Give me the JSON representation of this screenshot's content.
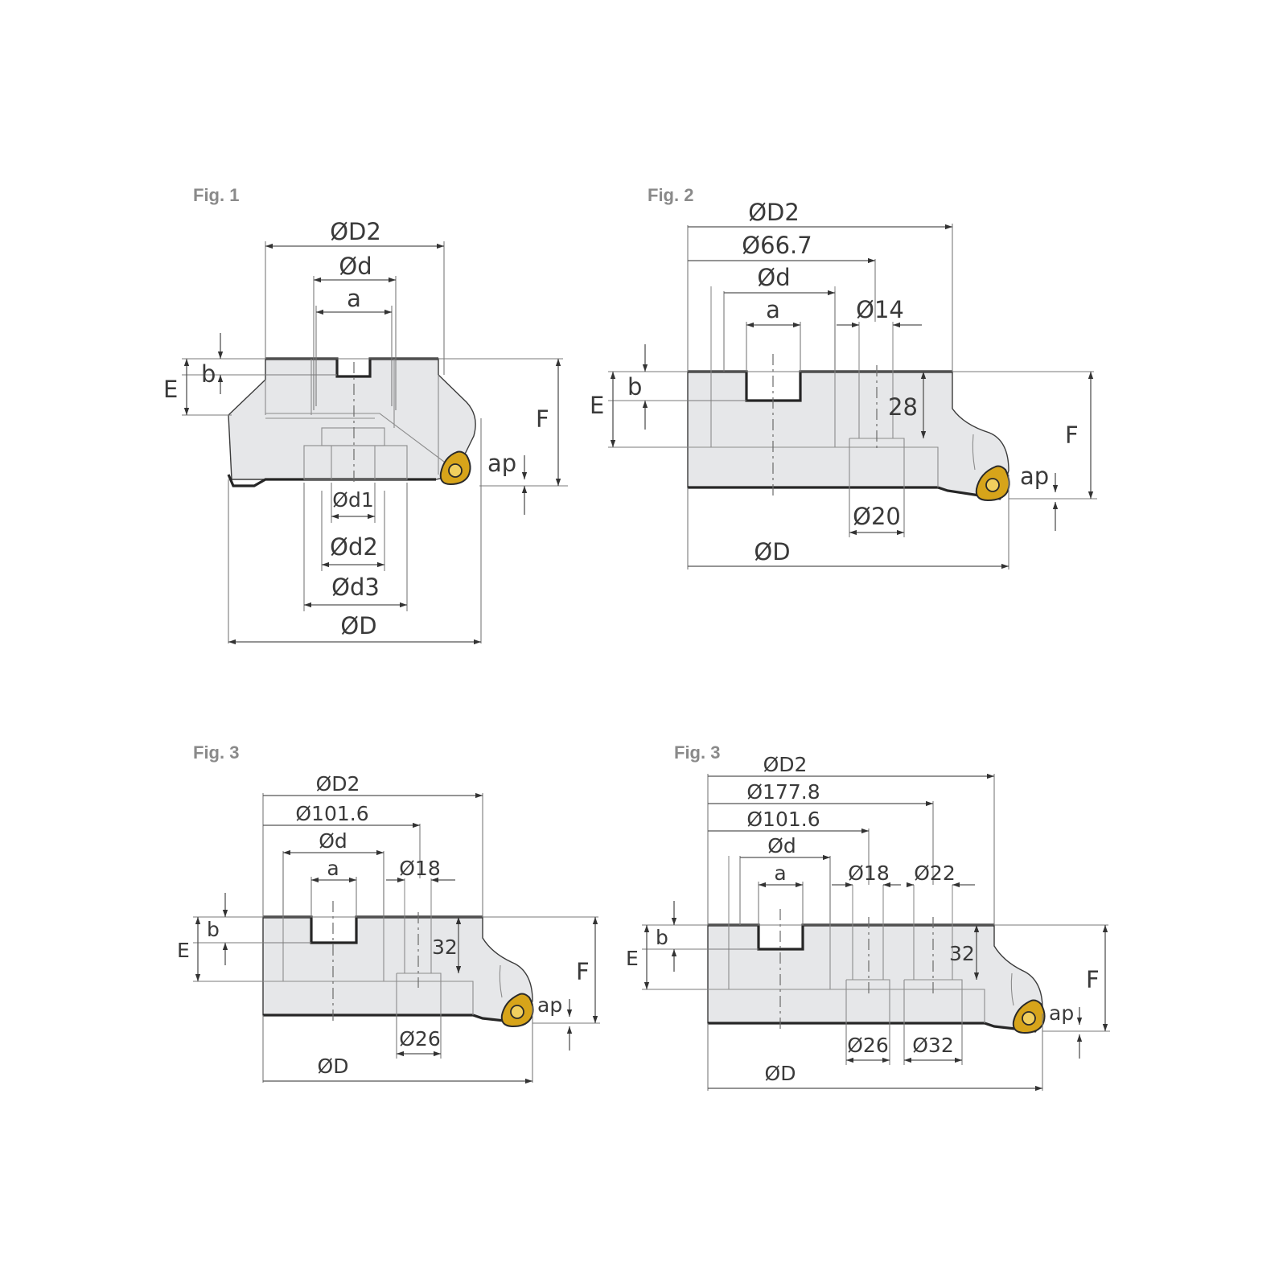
{
  "figures": [
    {
      "title": "Fig. 1",
      "labels": {
        "D2": "ØD2",
        "d": "Ød",
        "a": "a",
        "b": "b",
        "E": "E",
        "F": "F",
        "ap": "ap",
        "d1": "Ød1",
        "d2": "Ød2",
        "d3": "Ød3",
        "D": "ØD"
      }
    },
    {
      "title": "Fig. 2",
      "labels": {
        "D2": "ØD2",
        "c1": "Ø66.7",
        "d": "Ød",
        "a": "a",
        "c2": "Ø14",
        "h": "28",
        "b": "b",
        "E": "E",
        "F": "F",
        "ap": "ap",
        "c3": "Ø20",
        "D": "ØD"
      }
    },
    {
      "title": "Fig. 3",
      "labels": {
        "D2": "ØD2",
        "c1": "Ø101.6",
        "d": "Ød",
        "a": "a",
        "c2": "Ø18",
        "h": "32",
        "b": "b",
        "E": "E",
        "F": "F",
        "ap": "ap",
        "c3": "Ø26",
        "D": "ØD"
      }
    },
    {
      "title": "Fig. 3",
      "labels": {
        "D2": "ØD2",
        "c0": "Ø177.8",
        "c1": "Ø101.6",
        "d": "Ød",
        "a": "a",
        "c2": "Ø18",
        "c4": "Ø22",
        "h": "32",
        "b": "b",
        "E": "E",
        "F": "F",
        "ap": "ap",
        "c3": "Ø26",
        "c5": "Ø32",
        "D": "ØD"
      }
    }
  ]
}
